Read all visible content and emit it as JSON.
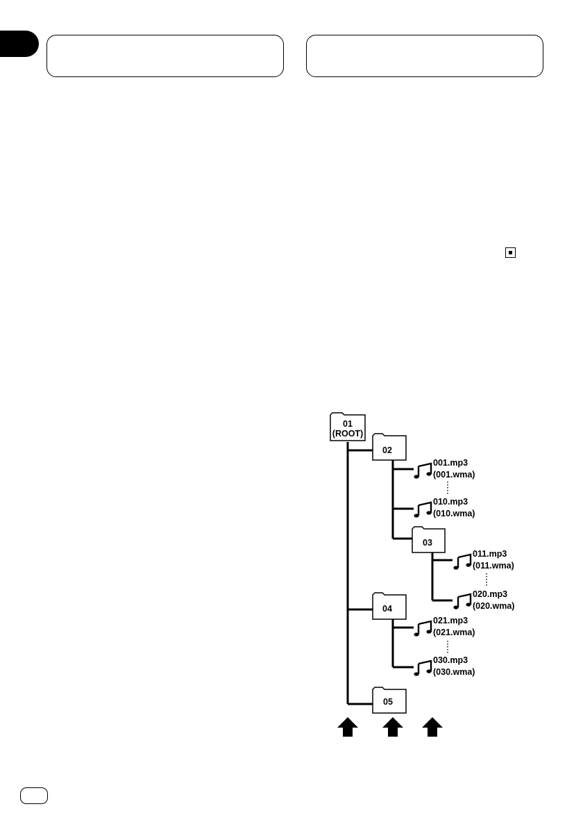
{
  "tree": {
    "folders": {
      "root_line1": "01",
      "root_line2": "(ROOT)",
      "f02": "02",
      "f03": "03",
      "f04": "04",
      "f05": "05"
    },
    "files": {
      "a1": "001.mp3",
      "a2": "(001.wma)",
      "b1": "010.mp3",
      "b2": "(010.wma)",
      "c1": "011.mp3",
      "c2": "(011.wma)",
      "d1": "020.mp3",
      "d2": "(020.wma)",
      "e1": "021.mp3",
      "e2": "(021.wma)",
      "f1": "030.mp3",
      "f2": "(030.wma)"
    }
  },
  "icons": [
    "music-note-icon",
    "up-arrow-icon",
    "folder-icon",
    "end-mark-icon"
  ]
}
